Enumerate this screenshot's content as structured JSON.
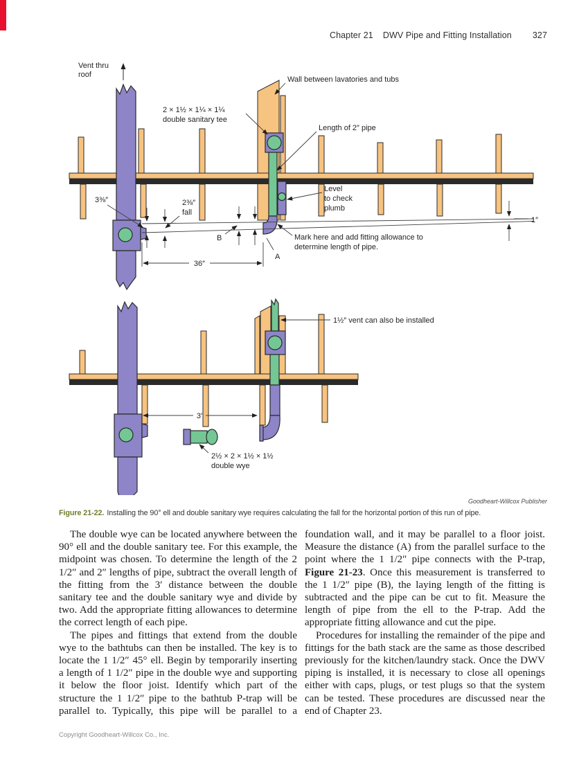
{
  "header": {
    "chapter": "Chapter 21",
    "title": "DWV Pipe and Fitting Installation",
    "page_number": "327"
  },
  "figure": {
    "credit": "Goodheart-Willcox Publisher",
    "caption_label": "Figure 21-22.",
    "caption_text": "Installing the 90° ell and double sanitary wye requires calculating the fall for the horizontal portion of this run of pipe.",
    "top_diagram": {
      "vent_label_line1": "Vent thru",
      "vent_label_line2": "roof",
      "tee_label_line1": "2 × 1½ × 1¼ × 1¼",
      "tee_label_line2": "double sanitary tee",
      "wall_label": "Wall between lavatories and tubs",
      "pipe_length_label": "Length of 2″ pipe",
      "level_label_line1": "Level",
      "level_label_line2": "to check",
      "level_label_line3": "plumb",
      "mark_label_line1": "Mark here and add fitting allowance to",
      "mark_label_line2": "determine length of pipe.",
      "dim_left": "3⅜″",
      "fall_label_line1": "2⅜″",
      "fall_label_line2": "fall",
      "point_b": "B",
      "point_a": "A",
      "dim_span": "36″",
      "dim_right": "1″"
    },
    "bottom_diagram": {
      "vent_option_label": "1½″ vent can also be installed",
      "dim_span": "3′",
      "wye_label_line1": "2½ × 2 × 1½ × 1½",
      "wye_label_line2": "double wye"
    },
    "colors": {
      "wood": "#f6c380",
      "pipe": "#8d85c7",
      "fitting": "#74c795",
      "outline": "#2a2a2a"
    }
  },
  "body": {
    "left_column": {
      "p1": "The double wye can be located anywhere between the 90° ell and the double sanitary tee. For this example, the midpoint was chosen. To determine the length of the 2 1/2″ and 2″ lengths of pipe, subtract the overall length of the fitting from the 3′ distance between the double sanitary tee and the double sanitary wye and divide by two. Add the appropriate fitting allowances to determine the correct length of each pipe.",
      "p2": "The pipes and fittings that extend from the double wye to the bathtubs can then be installed. The key is to locate the 1 1/2″ 45° ell. Begin by temporarily inserting a length of 1 1/2″ pipe in the double wye and supporting it below the floor joist. Identify which part of the structure the 1 1/2″ pipe to the bathtub P-trap will be parallel to. Typically, this pipe will be parallel to a"
    },
    "right_column": {
      "p1_before_bold": "foundation wall, and it may be parallel to a floor joist. Measure the distance (A) from the parallel surface to the point where the 1 1/2″ pipe connects with the P-trap, ",
      "p1_bold": "Figure 21-23",
      "p1_after_bold": ". Once this measurement is transferred to the 1 1/2″ pipe (B), the laying length of the fitting is subtracted and the pipe can be cut to fit. Measure the length of pipe from the ell to the P-trap. Add the appropriate fitting allowance and cut the pipe.",
      "p2": "Procedures for installing the remainder of the pipe and fittings for the bath stack are the same as those described previously for the kitchen/laundry stack. Once the DWV piping is installed, it is necessary to close all openings either with caps, plugs, or test plugs so that the system can be tested. These procedures are discussed near the end of Chapter 23."
    }
  },
  "footer": {
    "copyright": "Copyright Goodheart-Willcox Co., Inc."
  }
}
